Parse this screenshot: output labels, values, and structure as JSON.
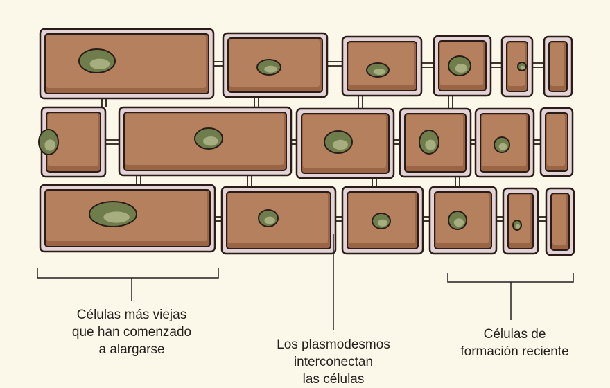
{
  "colors": {
    "background": "#fbf7e9",
    "cell_wall": "#e3d3d6",
    "cytoplasm": "#b5805e",
    "cytoplasm_shadow": "#9a6544",
    "outline": "#2a1d17",
    "nucleus": "#6f7d4c",
    "nucleus_highlight": "#a6ad7f"
  },
  "labels": {
    "older_cells": [
      "Células más viejas",
      "que han comenzado",
      "a alargarse"
    ],
    "plasmodesmata": [
      "Los plasmodesmos",
      "interconectan",
      "las células"
    ],
    "new_cells": [
      "Células de",
      "formación reciente"
    ]
  }
}
